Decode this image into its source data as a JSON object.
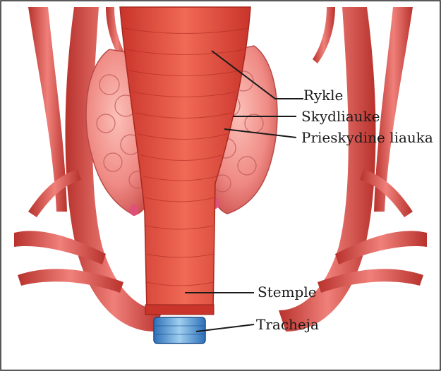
{
  "diagram": {
    "labels": {
      "rykle": "Rykle",
      "skydliauke": "Skydliauke",
      "prieskydine_liauka": "Prieskydine liauka",
      "stemple": "Stemple",
      "tracheja": "Tracheja"
    },
    "colors": {
      "tissue": "#e8463a",
      "tissue_dark": "#b82a22",
      "vessel": "#d9534f",
      "gland": "#f08a8a",
      "gland_spot": "#e0507a",
      "trachea": "#4a90d9",
      "leader_line": "#1a1a1a"
    }
  }
}
